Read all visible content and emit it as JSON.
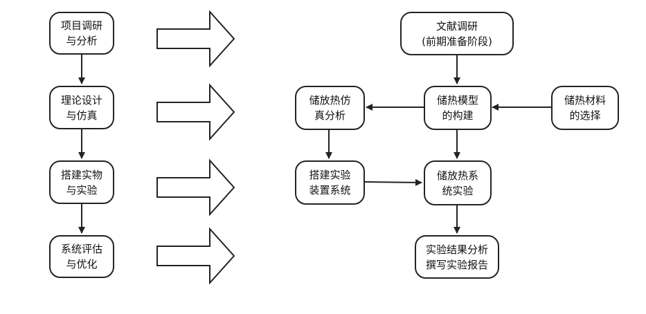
{
  "left_column": [
    {
      "id": "research",
      "lines": [
        "项目调研",
        "与分析"
      ]
    },
    {
      "id": "design",
      "lines": [
        "理论设计",
        "与仿真"
      ]
    },
    {
      "id": "build",
      "lines": [
        "搭建实物",
        "与实验"
      ]
    },
    {
      "id": "evaluate",
      "lines": [
        "系统评估",
        "与优化"
      ]
    }
  ],
  "right_flow": {
    "literature": {
      "lines": [
        "文献调研",
        "(前期准备阶段)"
      ]
    },
    "model": {
      "lines": [
        "储热模型",
        "的构建"
      ]
    },
    "material": {
      "lines": [
        "储热材料",
        "的选择"
      ]
    },
    "simulation": {
      "lines": [
        "储放热仿",
        "真分析"
      ]
    },
    "device": {
      "lines": [
        "搭建实验",
        "装置系统"
      ]
    },
    "experiment": {
      "lines": [
        "储放热系",
        "统实验"
      ]
    },
    "report": {
      "lines": [
        "实验结果分析",
        "撰写实验报告"
      ]
    }
  }
}
